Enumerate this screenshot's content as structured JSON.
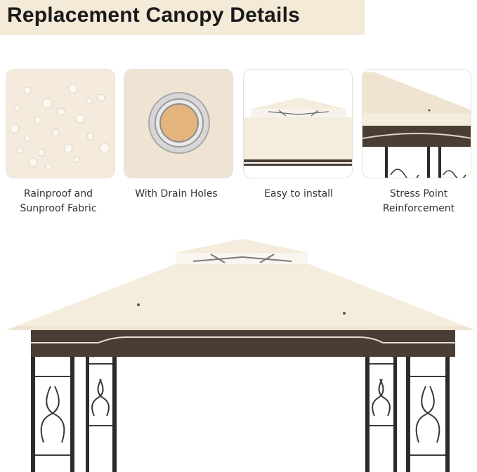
{
  "header": {
    "title": "Replacement Canopy Details"
  },
  "features": [
    {
      "label_lines": [
        "Rainproof and",
        "Sunproof Fabric"
      ]
    },
    {
      "label_lines": [
        "With Drain Holes"
      ]
    },
    {
      "label_lines": [
        "Easy to install"
      ]
    },
    {
      "label_lines": [
        "Stress Point",
        "Reinforcement"
      ]
    }
  ],
  "colors": {
    "canopy": "#f4ecdc",
    "trim": "#4a3d33",
    "frame": "#2b2b2b",
    "title_band": "#f3ead8"
  }
}
